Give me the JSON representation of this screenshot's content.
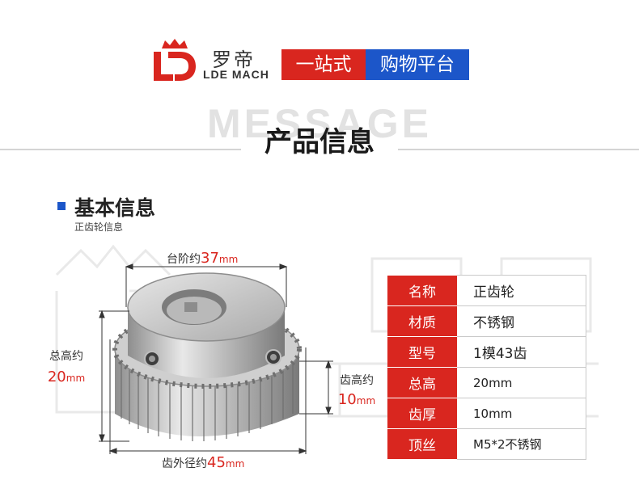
{
  "header": {
    "brand_cn": "罗帝",
    "brand_en": "LDE MACH",
    "tag_left": "一站式",
    "tag_right": "购物平台"
  },
  "section": {
    "bg_word": "MESSAGE",
    "title": "产品信息"
  },
  "basic": {
    "title": "基本信息",
    "subtitle": "正齿轮信息"
  },
  "dimensions": {
    "step": {
      "label": "台阶约",
      "value": "37",
      "unit": "mm"
    },
    "total_height": {
      "label": "总高约",
      "value": "20",
      "unit": "mm"
    },
    "tooth_height": {
      "label": "齿高约",
      "value": "10",
      "unit": "mm"
    },
    "outer_diameter": {
      "label": "齿外径约",
      "value": "45",
      "unit": "mm"
    }
  },
  "specs": [
    {
      "key": "名称",
      "value": "正齿轮"
    },
    {
      "key": "材质",
      "value": "不锈钢"
    },
    {
      "key": "型号",
      "value": "1模43齿"
    },
    {
      "key": "总高",
      "value": "20mm"
    },
    {
      "key": "齿厚",
      "value": "10mm"
    },
    {
      "key": "顶丝",
      "value": "M5*2不锈钢"
    }
  ],
  "colors": {
    "brand_red": "#d9261f",
    "brand_blue": "#1c56c9"
  }
}
